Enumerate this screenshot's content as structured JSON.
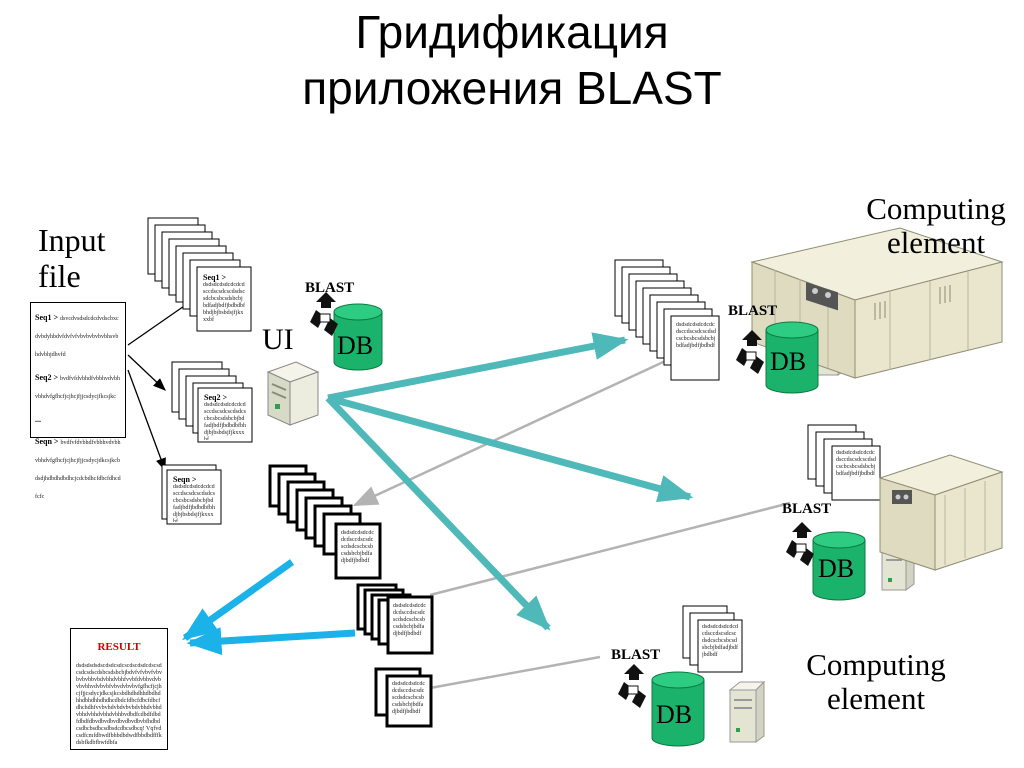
{
  "title": {
    "line1": "Гридификация",
    "line2": "приложения BLAST"
  },
  "input_file": {
    "label_line1": "Input",
    "label_line2": "file",
    "seqs": [
      {
        "name": "Seq1",
        "text": "dsvcdvsdsdcdcdvdscbxcdvbdyhbdvfdvfvfvbvbvbvbvbhsvbhdvbhjdhvfd"
      },
      {
        "name": "Seq2",
        "text": "bvdfvfdvbhdfvbbhvdvbhvbhdvfgfhcfjcjhcjfjjcsdycjfkcsjkc"
      },
      {
        "name": "...",
        "text": ""
      },
      {
        "name": "Seqn",
        "text": "bvdfvfdvbhdfvbbhvdvbhvbhdvfgfhcfjcjhcjfjjcsdycjdkcsjkcbdsdjhdbdhdbdhcjcdcbdhcfdbcfdhcdfcfc"
      }
    ]
  },
  "split_files": [
    {
      "head": "Seq1 >",
      "body": "dsdsdcdsdcdcdcdsccdscsdcscdsdscsdcbcsbcsdsbcbjbdfadjbdfjbdbdbfbhdjbjbsbdsjfjkxxxbf"
    },
    {
      "head": "Seq2 >",
      "body": "dsdsdcdsdcdcdcdsccdscsdcscdsdcscbcsbcsdsbcbjbdfadjbdfjbdbdbfbhdjbjbsbdsjfjkxxxbf"
    },
    {
      "head": "Seqn >",
      "body": "dsdsdcdsdcdcdcdsccdscsdcscdsdcscbcsbcsdsbcbjbdfadjbdfjbdbdbfbhdjbjbsbdsjfjkxxxbf"
    }
  ],
  "ui_label": "UI",
  "blast_label": "BLAST",
  "db_label": "DB",
  "computing_element_top": {
    "line1": "Computing",
    "line2": "element"
  },
  "computing_element_bottom": {
    "line1": "Computing",
    "line2": "element"
  },
  "result": {
    "heading": "RESULT",
    "text": "dsdsdsdsdscdsdcsdcscdscdsdcdscsdcsdcsdscdsbcsdsbcbjbdvfvfvbvfvbvbvbvbbvbdvbhdvbhfvvbfdvbhvdvbvbvbhvdvbvbfvbvdvbvbvfgfhcfjcjhcjfjjcsdycjdkcsjkcsbdhdhdhhdbdhdhhdbhdhhdhdhcdbdcfdbcfdbcfdbcfdhchdhfvvbvhdvbdvbvbdvbhdvbhdvbhdvbhdvbhdvbhbvdbdfcdbdfdbdfdbdfdbvdbvdbvdbvdbvdbvbfhdbdcsdbcbsdbcsdbsdcdbcsdbcq! Vqfvdcsdfcmfdbwdfbhbdbdwdfbbdbdfffkdsbfkdbfbwfdbfa"
  },
  "ce_docs_text": "dsdsdcdsdcdcdcdsccdscsdcscdsdcscbcsbcsdsbcbjbdfadjbdfjbdbdf",
  "colors": {
    "teal_arrow": "#4fb8b8",
    "blue_arrow": "#1ab2e8",
    "gray_arrow": "#b3b3b3",
    "db_green": "#1bb36b",
    "rack_body": "#e8e5cc",
    "result_heading": "#cc0000"
  }
}
